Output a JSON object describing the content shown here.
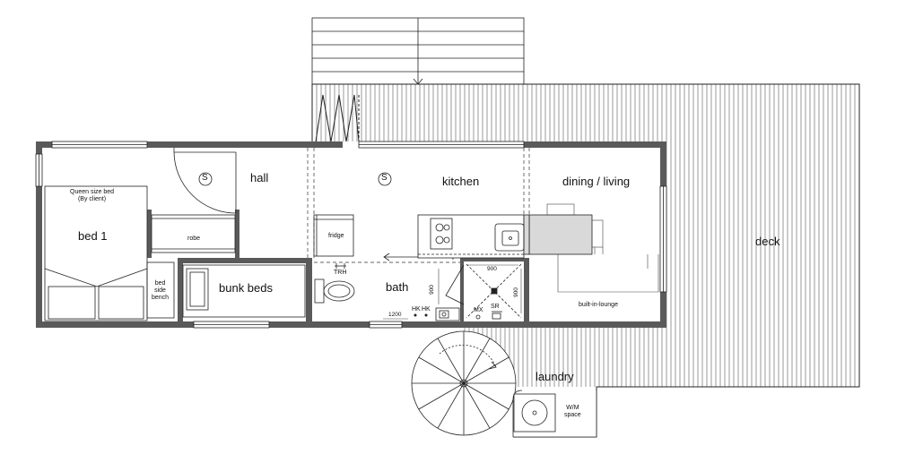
{
  "rooms": {
    "hall": "hall",
    "kitchen": "kitchen",
    "dining": "dining / living",
    "bed1": "bed 1",
    "bunk": "bunk beds",
    "bath": "bath",
    "deck": "deck",
    "laundry": "laundry"
  },
  "notes": {
    "queen_bed": "Queen size bed\n(By client)",
    "robe": "robe",
    "bench": "bed\nside\nbench",
    "fridge": "fridge",
    "trh": "TRH",
    "hk1": "HK",
    "hk2": "HK",
    "mx": "MX",
    "sr": "SR",
    "lounge": "built-in-lounge",
    "wm": "W/M\nspace"
  },
  "dimensions": {
    "shower_top": "900",
    "shower_right": "900",
    "bath_side": "900",
    "bath_bottom": "1200"
  },
  "symbols": {
    "smoke1": "S",
    "smoke2": "S"
  },
  "colors": {
    "wall": "#5a5a5a",
    "line": "#222222",
    "counter": "#d9d9d9"
  }
}
